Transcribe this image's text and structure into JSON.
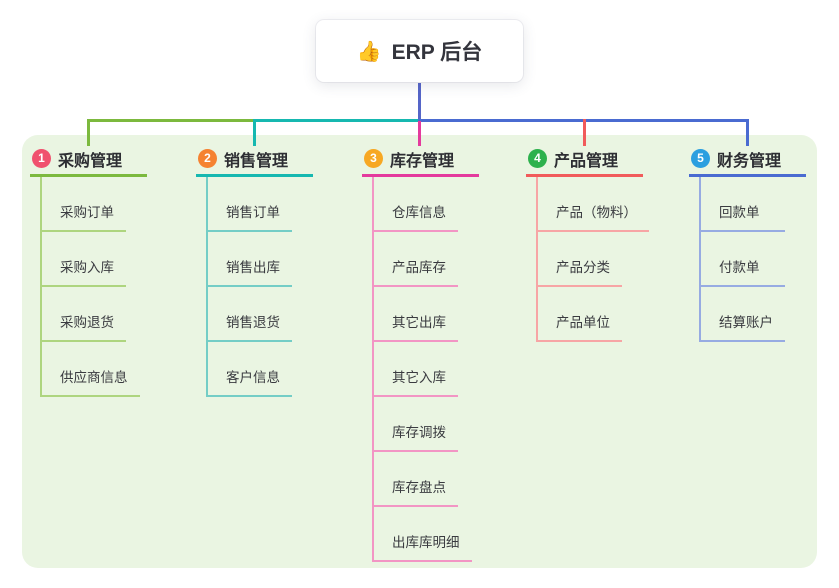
{
  "root": {
    "icon": "👍",
    "title": "ERP 后台"
  },
  "connector": {
    "root_line_color": "#5565c8"
  },
  "panel_color": "#eaf5e2",
  "branches": [
    {
      "num": "1",
      "title": "采购管理",
      "badge_color": "#f0516e",
      "line_color": "#7cb93e",
      "subline_color": "#aed57f",
      "children": [
        "采购订单",
        "采购入库",
        "采购退货",
        "供应商信息"
      ]
    },
    {
      "num": "2",
      "title": "销售管理",
      "badge_color": "#f58231",
      "line_color": "#16b8b0",
      "subline_color": "#74cdc6",
      "children": [
        "销售订单",
        "销售出库",
        "销售退货",
        "客户信息"
      ]
    },
    {
      "num": "3",
      "title": "库存管理",
      "badge_color": "#f7a823",
      "line_color": "#e43a9d",
      "subline_color": "#f295c4",
      "children": [
        "仓库信息",
        "产品库存",
        "其它出库",
        "其它入库",
        "库存调拨",
        "库存盘点",
        "出库库明细"
      ]
    },
    {
      "num": "4",
      "title": "产品管理",
      "badge_color": "#2db14d",
      "line_color": "#f15b5b",
      "subline_color": "#f7a5a5",
      "children": [
        "产品（物料）",
        "产品分类",
        "产品单位"
      ]
    },
    {
      "num": "5",
      "title": "财务管理",
      "badge_color": "#2b9fe0",
      "line_color": "#4a6bd1",
      "subline_color": "#97abe2",
      "children": [
        "回款单",
        "付款单",
        "结算账户"
      ]
    }
  ]
}
